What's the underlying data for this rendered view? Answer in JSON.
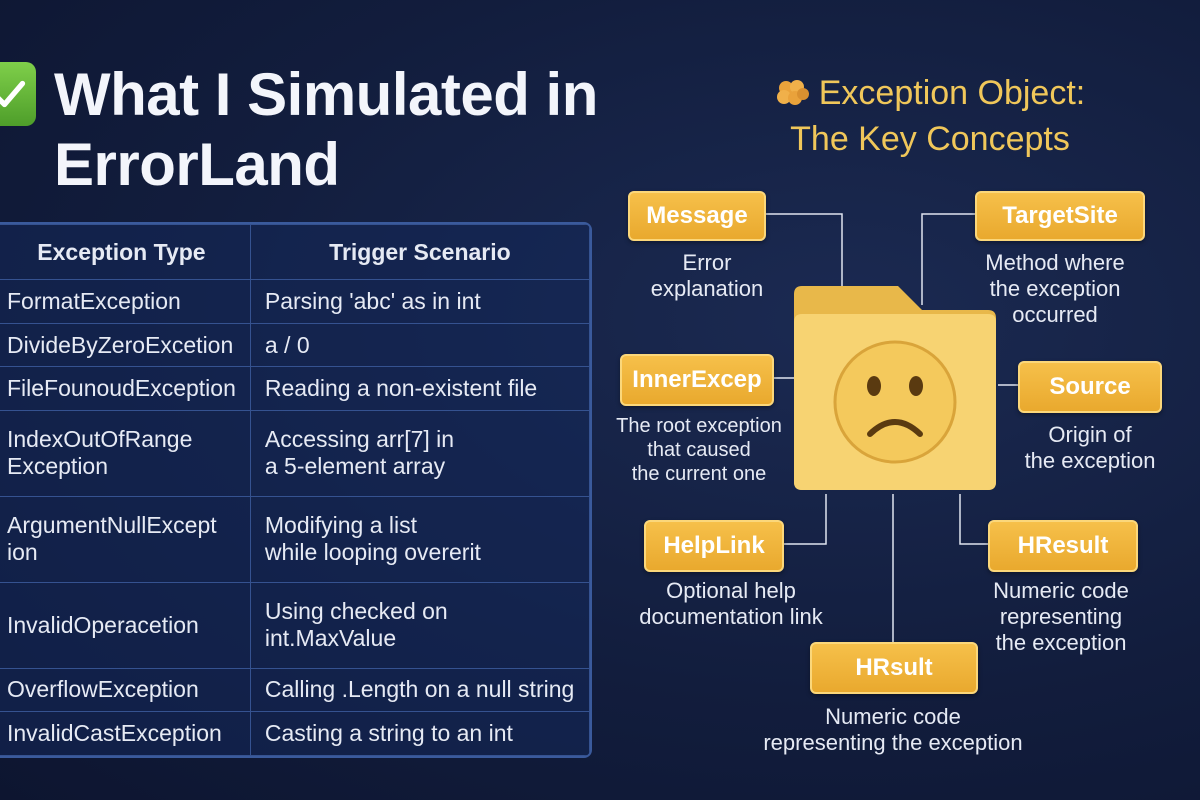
{
  "header": {
    "title": "What I Simulated in ErrorLand",
    "check_icon": "check-mark-icon"
  },
  "table": {
    "headers": [
      "Exception Type",
      "Trigger Scenario"
    ],
    "rows": [
      {
        "type": "FormatException",
        "scenario": "Parsing 'abc' as in int"
      },
      {
        "type": "DivideByZeroExcetion",
        "scenario": "a / 0"
      },
      {
        "type": "FileFounoudException",
        "scenario": "Reading a non-existent file"
      },
      {
        "type": "IndexOutOfRange\nException",
        "scenario": "Accessing arr[7] in\na 5-element array"
      },
      {
        "type": "ArgumentNullExcept\nion",
        "scenario": "Modifying a list\nwhile looping overerit"
      },
      {
        "type": "InvalidOperacetion",
        "scenario": "Using checked on int.MaxValue"
      },
      {
        "type": "OverflowException",
        "scenario": "Calling .Length on a null string"
      },
      {
        "type": "InvalidCastException",
        "scenario": "Casting a string to an int"
      }
    ]
  },
  "diagram": {
    "title_line1": "Exception Object:",
    "title_line2": "The Key Concepts",
    "title_icon": "brain-icon",
    "center_icon": "sad-folder-icon",
    "accent_color": "#f0c75a",
    "nodes": [
      {
        "id": "message",
        "label": "Message",
        "desc": "Error\nexplanation"
      },
      {
        "id": "targetsite",
        "label": "TargetSite",
        "desc": "Method where\nthe exception\noccurred"
      },
      {
        "id": "innerexcep",
        "label": "InnerExcep",
        "desc": "The root exception\nthat caused\nthe current one"
      },
      {
        "id": "source",
        "label": "Source",
        "desc": "Origin of\nthe exception"
      },
      {
        "id": "helplink",
        "label": "HelpLink",
        "desc": "Optional help\ndocumentation link"
      },
      {
        "id": "hresult",
        "label": "HResult",
        "desc": "Numeric code\nrepresenting\nthe exception"
      },
      {
        "id": "hrsult",
        "label": "HRsult",
        "desc": "Numeric code\nrepresenting the exception"
      }
    ]
  }
}
